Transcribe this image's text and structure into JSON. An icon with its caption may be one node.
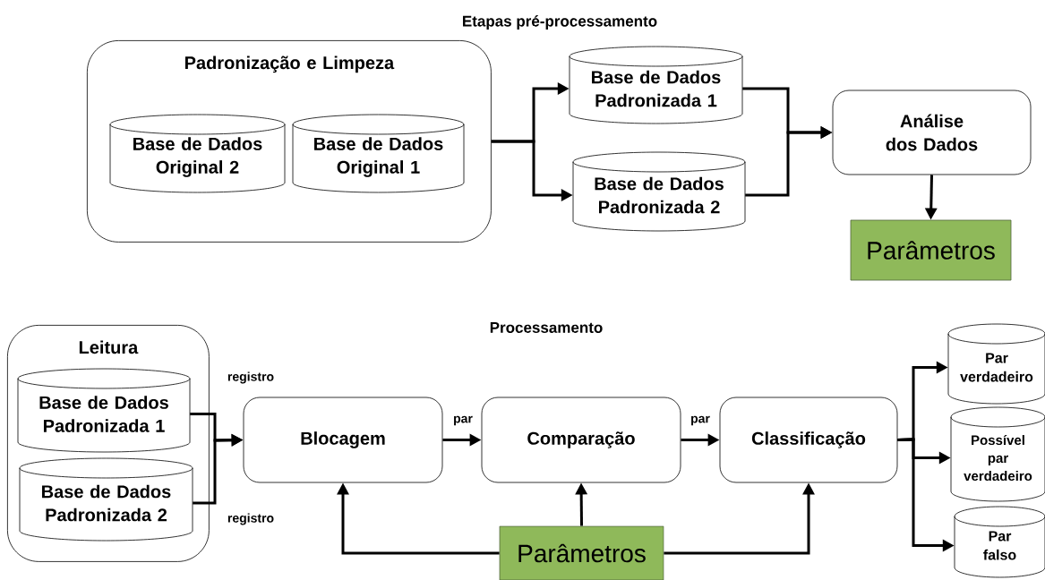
{
  "diagram": {
    "title": "Etapas pré-processamento",
    "nodes": [
      {
        "text": [
          "Padronização e Limpeza"
        ]
      },
      {
        "text": [
          "Base de Dados Original 2"
        ],
        "in": 0
      },
      {
        "text": [
          "Base de Dados Original 1"
        ],
        "in": 0
      },
      {
        "text": [
          "Base de Dados Padronizada 1"
        ]
      },
      {
        "text": [
          "Base de Dados Padronizada 2"
        ]
      },
      {
        "text": [
          "Análise dos Dados"
        ]
      },
      {
        "text": [
          "Parâmetros"
        ]
      },
      {
        "text": [
          "Leitura"
        ]
      },
      {
        "text": [
          "Base de Dados Padronizada 1"
        ],
        "in": 7
      },
      {
        "text": [
          "Base de Dados Padronizada 2"
        ],
        "in": 7
      },
      {
        "text": [
          "Blocagem"
        ]
      },
      {
        "text": [
          "Comparação"
        ]
      },
      {
        "text": [
          "Classificação"
        ]
      },
      {
        "text": [
          "Parâmetros"
        ]
      },
      {
        "text": [
          "Par verdadeiro"
        ]
      },
      {
        "text": [
          "Possível par verdadeiro"
        ]
      },
      {
        "text": [
          "Par falso"
        ]
      }
    ],
    "edges": [
      {
        "from": 0,
        "to": 3,
        "arrow": "to"
      },
      {
        "from": 0,
        "to": 4,
        "arrow": "to"
      },
      {
        "from": 3,
        "to": 5,
        "arrow": "to"
      },
      {
        "from": 4,
        "to": 5,
        "arrow": "to"
      },
      {
        "from": 5,
        "to": 6,
        "arrow": "to"
      },
      {
        "from": 8,
        "to": 10,
        "arrow": "to",
        "label": "registro"
      },
      {
        "from": 9,
        "to": 10,
        "arrow": "to",
        "label": "registro"
      },
      {
        "from": 10,
        "to": 11,
        "arrow": "to",
        "label": "par"
      },
      {
        "from": 11,
        "to": 12,
        "arrow": "to",
        "label": "par"
      },
      {
        "from": 13,
        "to": 10,
        "arrow": "to"
      },
      {
        "from": 13,
        "to": 11,
        "arrow": "to"
      },
      {
        "from": 13,
        "to": 12,
        "arrow": "to"
      },
      {
        "from": 12,
        "to": 14,
        "arrow": "to"
      },
      {
        "from": 12,
        "to": 15,
        "arrow": "to"
      },
      {
        "from": 12,
        "to": 16,
        "arrow": "to"
      }
    ],
    "labels": [
      "Processamento"
    ]
  }
}
